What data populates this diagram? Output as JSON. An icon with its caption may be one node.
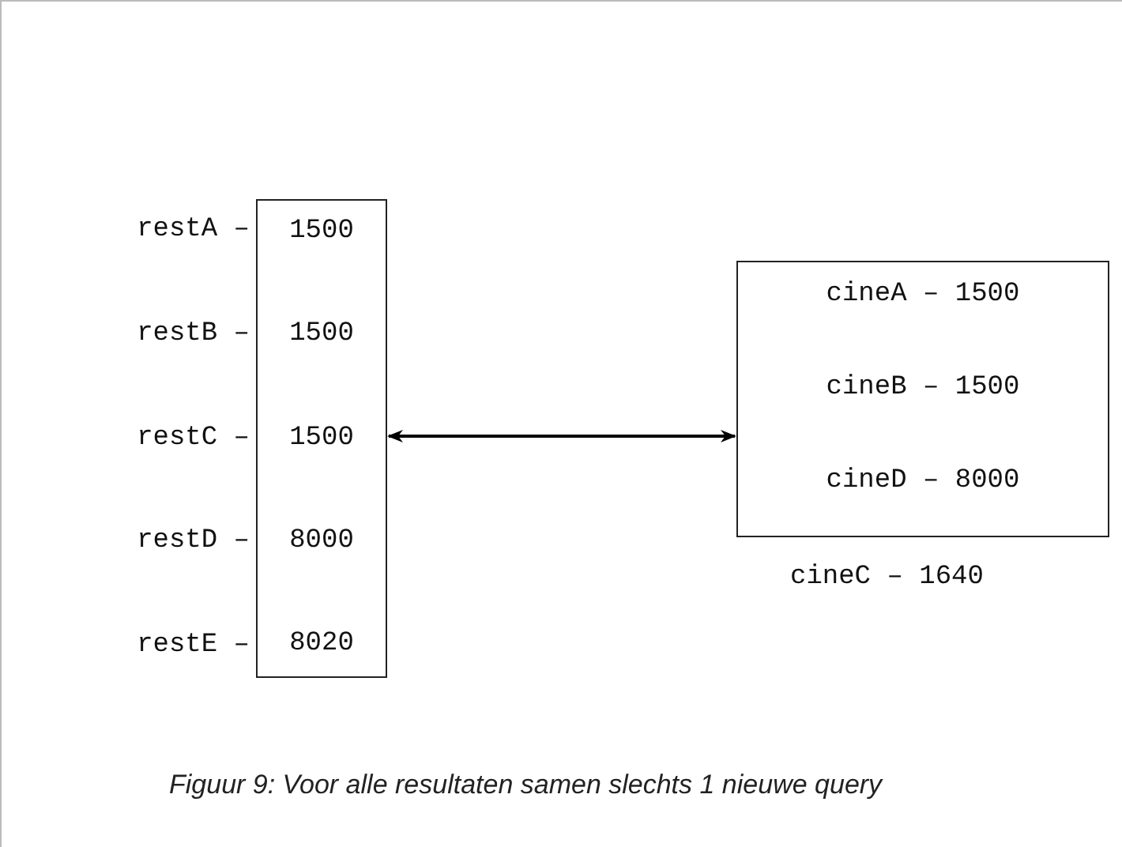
{
  "diagram": {
    "caption": "Figuur 9: Voor alle resultaten samen slechts 1 nieuwe query",
    "nodes": [
      {
        "text": [
          "1500",
          "1500",
          "1500",
          "8000",
          "8020"
        ],
        "beside": [
          "restA –",
          "restB –",
          "restC –",
          "restD –",
          "restE –"
        ]
      },
      {
        "text": [
          "cineA – 1500",
          "cineB – 1500",
          "cineD – 8000"
        ]
      }
    ],
    "edges": [
      {
        "from": 0,
        "to": 1,
        "arrow": "both"
      }
    ],
    "labels": [
      "cineC – 1640"
    ]
  }
}
